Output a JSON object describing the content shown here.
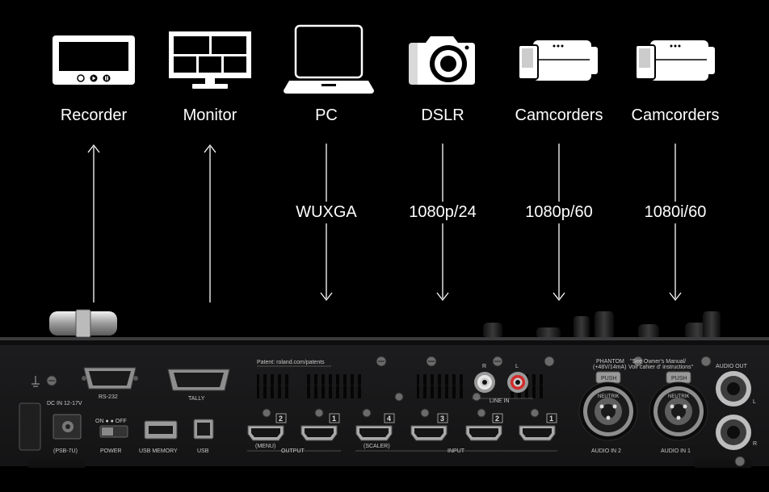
{
  "devices": [
    {
      "id": "recorder",
      "label": "Recorder",
      "icon": "recorder-icon",
      "direction": "output"
    },
    {
      "id": "monitor",
      "label": "Monitor",
      "icon": "monitor-icon",
      "direction": "output"
    },
    {
      "id": "pc",
      "label": "PC",
      "icon": "laptop-icon",
      "direction": "input",
      "signal": "WUXGA"
    },
    {
      "id": "dslr",
      "label": "DSLR",
      "icon": "camera-icon",
      "direction": "input",
      "signal": "1080p/24"
    },
    {
      "id": "camcorder1",
      "label": "Camcorders",
      "icon": "camcorder-icon",
      "direction": "input",
      "signal": "1080p/60"
    },
    {
      "id": "camcorder2",
      "label": "Camcorders",
      "icon": "camcorder-icon",
      "direction": "input",
      "signal": "1080i/60"
    }
  ],
  "panel": {
    "patent": "Patent: roland.com/patents",
    "rs232": "RS-232",
    "tally": "TALLY",
    "dc_in": "DC IN 12-17V",
    "psb": "(PSB-7U)",
    "power_switch": "ON ● ● OFF",
    "power": "POWER",
    "usb_memory": "USB MEMORY",
    "usb": "USB",
    "output_nums": [
      "2",
      "1"
    ],
    "menu": "(MENU)",
    "output": "OUTPUT",
    "input_nums": [
      "4",
      "3",
      "2",
      "1"
    ],
    "scaler": "(SCALER)",
    "input": "INPUT",
    "line_r": "R",
    "line_l": "L",
    "line_in": "LINE IN",
    "phantom": "PHANTOM",
    "phantom_spec": "(+48V/14mA)",
    "owner_note_1": "\"See Owner's Manual/",
    "owner_note_2": "Voir cahier d' instructions\"",
    "push1": "PUSH",
    "push2": "PUSH",
    "neutrik1": "NEUTRIK",
    "neutrik2": "NEUTRIK",
    "audio_in2": "AUDIO IN 2",
    "audio_in1": "AUDIO IN 1",
    "audio_out": "AUDIO OUT",
    "audio_out_l": "L",
    "audio_out_r": "R"
  }
}
